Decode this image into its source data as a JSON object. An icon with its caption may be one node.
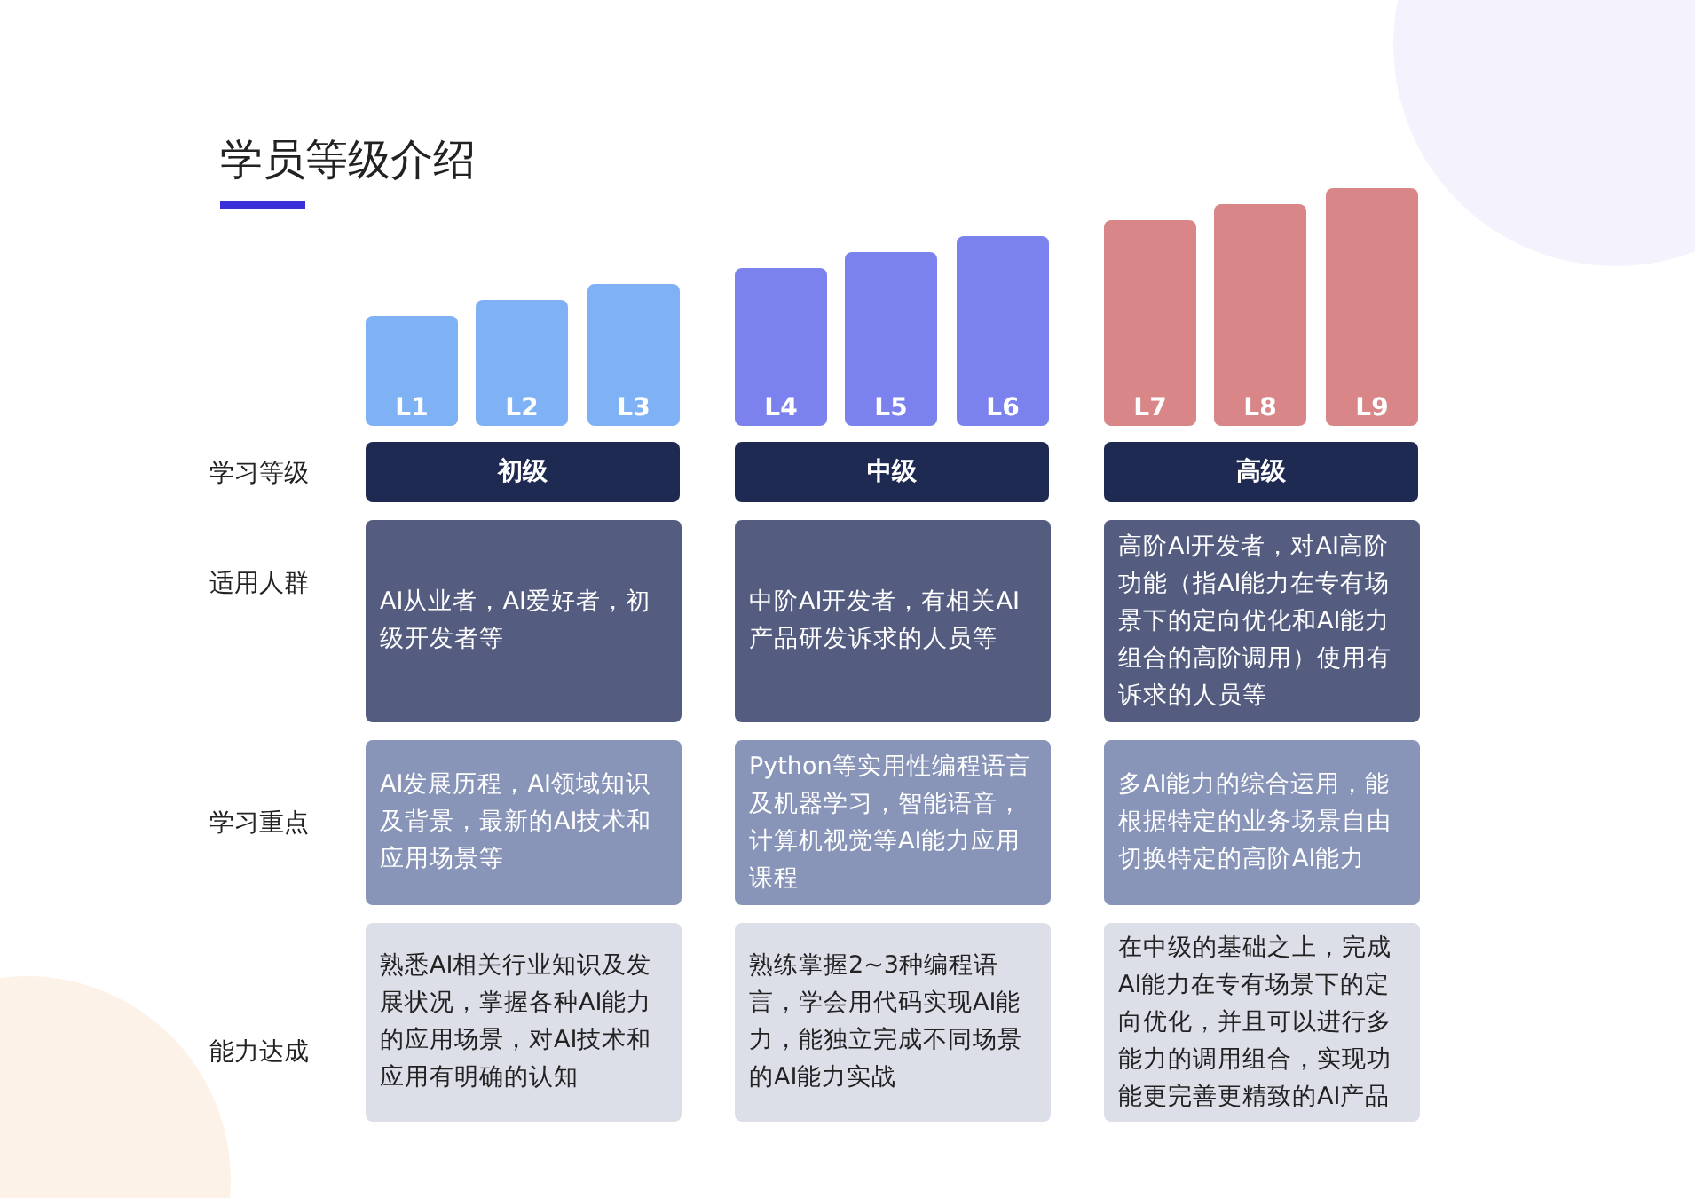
{
  "diagram": {
    "title": "学员等级介绍",
    "nodes": [
      {
        "text": [
          "L1"
        ]
      },
      {
        "text": [
          "L2"
        ]
      },
      {
        "text": [
          "L3"
        ]
      },
      {
        "text": [
          "L4"
        ]
      },
      {
        "text": [
          "L5"
        ]
      },
      {
        "text": [
          "L6"
        ]
      },
      {
        "text": [
          "L7"
        ]
      },
      {
        "text": [
          "L8"
        ]
      },
      {
        "text": [
          "L9"
        ]
      },
      {
        "text": [
          "初级"
        ]
      },
      {
        "text": [
          "中级"
        ]
      },
      {
        "text": [
          "高级"
        ]
      },
      {
        "text": [
          "AI从业者，AI爱好者，初级开发者等"
        ]
      },
      {
        "text": [
          "中阶AI开发者，有相关AI产品研发诉求的人员等"
        ]
      },
      {
        "text": [
          "高阶AI开发者，对AI高阶功能（指AI能力在专有场景下的定向优化和AI能力组合的高阶调用）使用有诉求的人员等"
        ]
      },
      {
        "text": [
          "AI发展历程，AI领域知识及背景，最新的AI技术和应用场景等"
        ]
      },
      {
        "text": [
          "Python等实用性编程语言及机器学习，智能语音，计算机视觉等AI能力应用课程"
        ]
      },
      {
        "text": [
          "多AI能力的综合运用，能根据特定的业务场景自由切换特定的高阶AI能力"
        ]
      },
      {
        "text": [
          "熟悉AI相关行业知识及发展状况，掌握各种AI能力的应用场景，对AI技术和应用有明确的认知"
        ]
      },
      {
        "text": [
          "熟练掌握2~3种编程语言，学会用代码实现AI能力，能独立完成不同场景的AI能力实战"
        ]
      },
      {
        "text": [
          "在中级的基础之上，完成AI能力在专有场景下的定向优化，并且可以进行多能力的调用组合，实现功能更完善更精致的AI产品"
        ]
      }
    ],
    "labels": [
      "学习等级",
      "适用人群",
      "学习重点",
      "能力达成"
    ]
  }
}
